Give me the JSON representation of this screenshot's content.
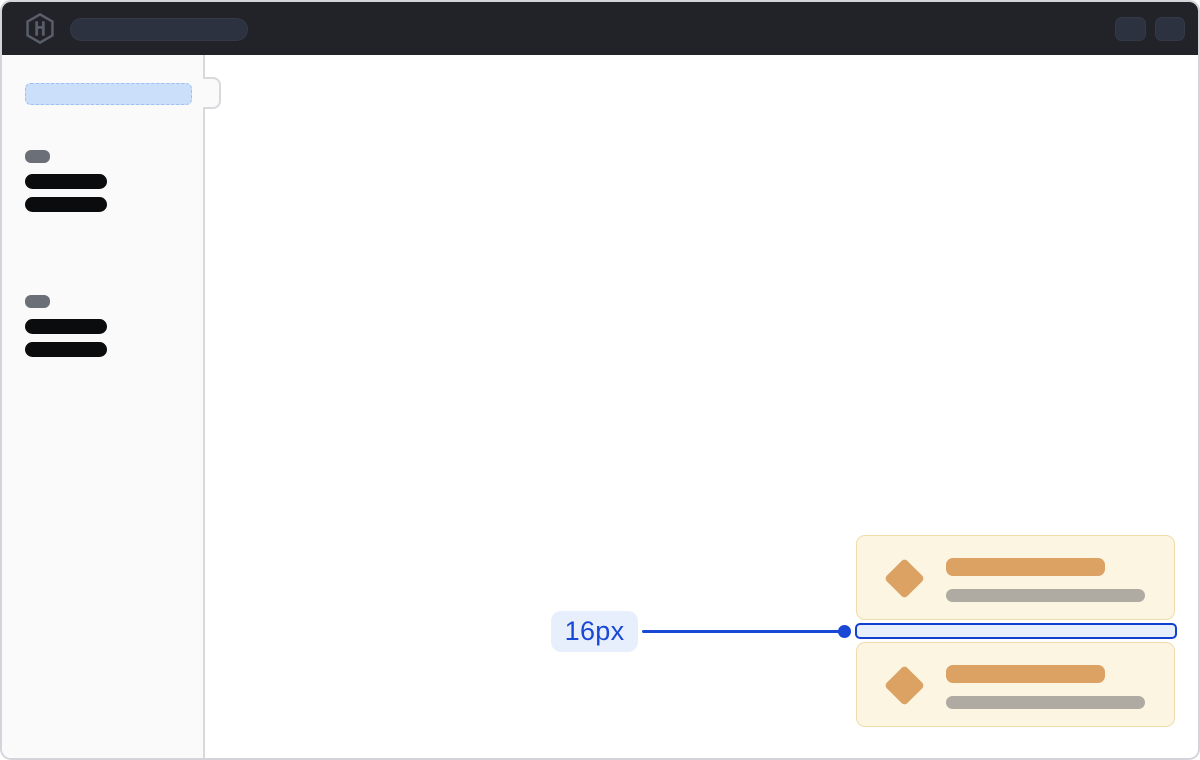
{
  "annotation": {
    "label": "16px"
  },
  "topbar": {
    "logo_icon": "hashicorp-logo-icon",
    "search_placeholder": "",
    "action_placeholders": 2
  },
  "sidebar": {
    "selected_item_placeholder": true,
    "toggle_handle": true,
    "sections": [
      {
        "label_placeholder": true,
        "item_placeholders": 2
      },
      {
        "label_placeholder": true,
        "item_placeholders": 2
      }
    ]
  },
  "cards": {
    "count": 2,
    "icon": "diamond-icon",
    "title_placeholder": true,
    "subtitle_placeholder": true
  },
  "colors": {
    "window-bg": "#ffffff",
    "window-border": "#d3d5da",
    "topbar-bg": "#212329",
    "topbar-pill": "#2d3240",
    "topbar-pill-border": "#3c414e",
    "logo": "#595e68",
    "sidebar-bg": "#fafafa",
    "sidebar-border": "#d7d9dd",
    "selected-pill": "#cbdffa",
    "selected-pill-border": "#9dc0f0",
    "section-pill": "#6b7078",
    "item-bar": "#0b0c0e",
    "card-bg": "#fcf5e2",
    "card-border": "#f0dcab",
    "orange": "#dca264",
    "gray-bar": "#afaba3",
    "accent": "#1a48d6",
    "accent-bg": "#e8effc",
    "gap-border": "#1140d1"
  }
}
